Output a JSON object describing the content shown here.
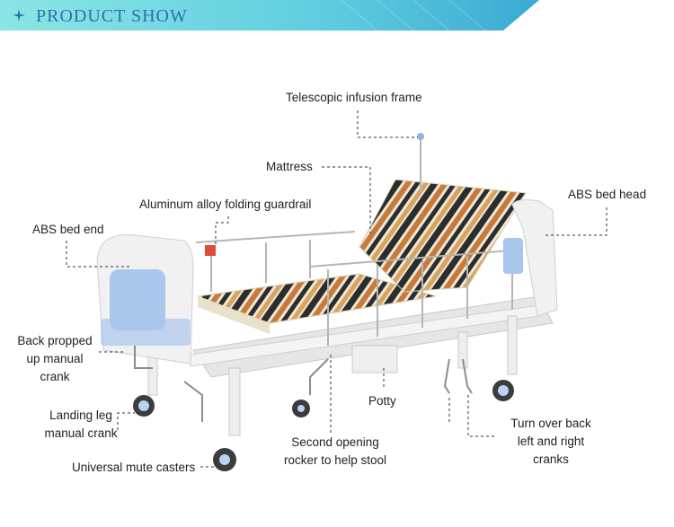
{
  "header": {
    "title": "PRODUCT SHOW",
    "icon": "four-point-star-icon",
    "colors": {
      "gradient_start": "#7fe3e6",
      "gradient_end": "#3fb8d6",
      "title": "#2e6fa8"
    }
  },
  "labels": {
    "infusion_frame": "Telescopic infusion frame",
    "mattress": "Mattress",
    "guardrail": "Aluminum alloy folding guardrail",
    "bed_head": "ABS bed head",
    "bed_end": "ABS bed end",
    "back_crank": [
      "Back propped",
      "up manual",
      "crank"
    ],
    "landing_leg": [
      "Landing leg",
      "manual crank"
    ],
    "potty": "Potty",
    "second_rocker": [
      "Second opening",
      "rocker to help stool"
    ],
    "turn_over": [
      "Turn over back",
      "left and right",
      "cranks"
    ],
    "casters": "Universal mute casters"
  }
}
